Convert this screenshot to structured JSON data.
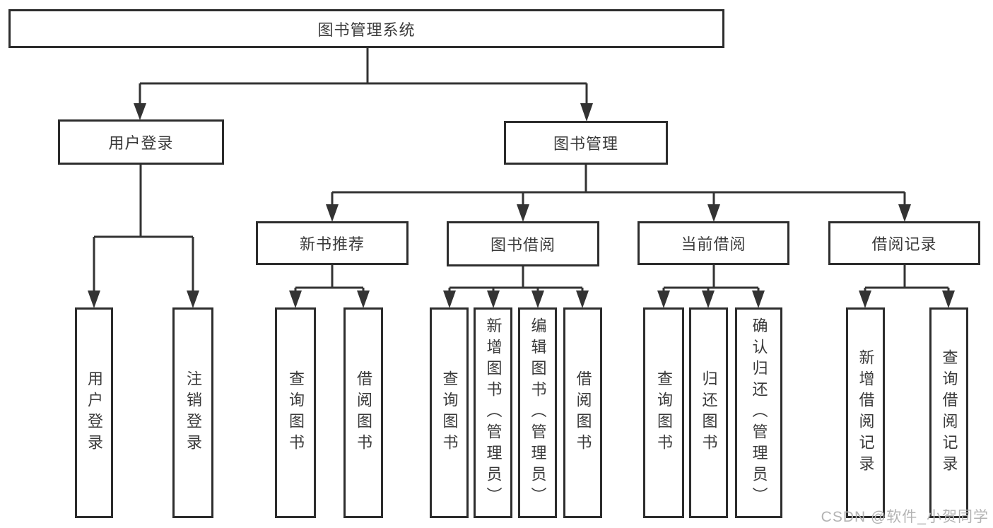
{
  "tree": {
    "label": "图书管理系统",
    "children": [
      {
        "label": "用户登录",
        "children": [
          {
            "label": "用户登录"
          },
          {
            "label": "注销登录"
          }
        ]
      },
      {
        "label": "图书管理",
        "children": [
          {
            "label": "新书推荐",
            "children": [
              {
                "label": "查询图书"
              },
              {
                "label": "借阅图书"
              }
            ]
          },
          {
            "label": "图书借阅",
            "children": [
              {
                "label": "查询图书"
              },
              {
                "label": "新增图书（管理员）"
              },
              {
                "label": "编辑图书（管理员）"
              },
              {
                "label": "借阅图书"
              }
            ]
          },
          {
            "label": "当前借阅",
            "children": [
              {
                "label": "查询图书"
              },
              {
                "label": "归还图书"
              },
              {
                "label": "确认归还（管理员）"
              }
            ]
          },
          {
            "label": "借阅记录",
            "children": [
              {
                "label": "新增借阅记录"
              },
              {
                "label": "查询借阅记录"
              }
            ]
          }
        ]
      }
    ]
  },
  "watermark": {
    "text": "CSDN @软件_小贺同学"
  },
  "colors": {
    "line": "#333333",
    "border": "#2d2d2d",
    "text": "#3a3a3a",
    "watermark": "#b3b3b3",
    "background": "#ffffff"
  }
}
